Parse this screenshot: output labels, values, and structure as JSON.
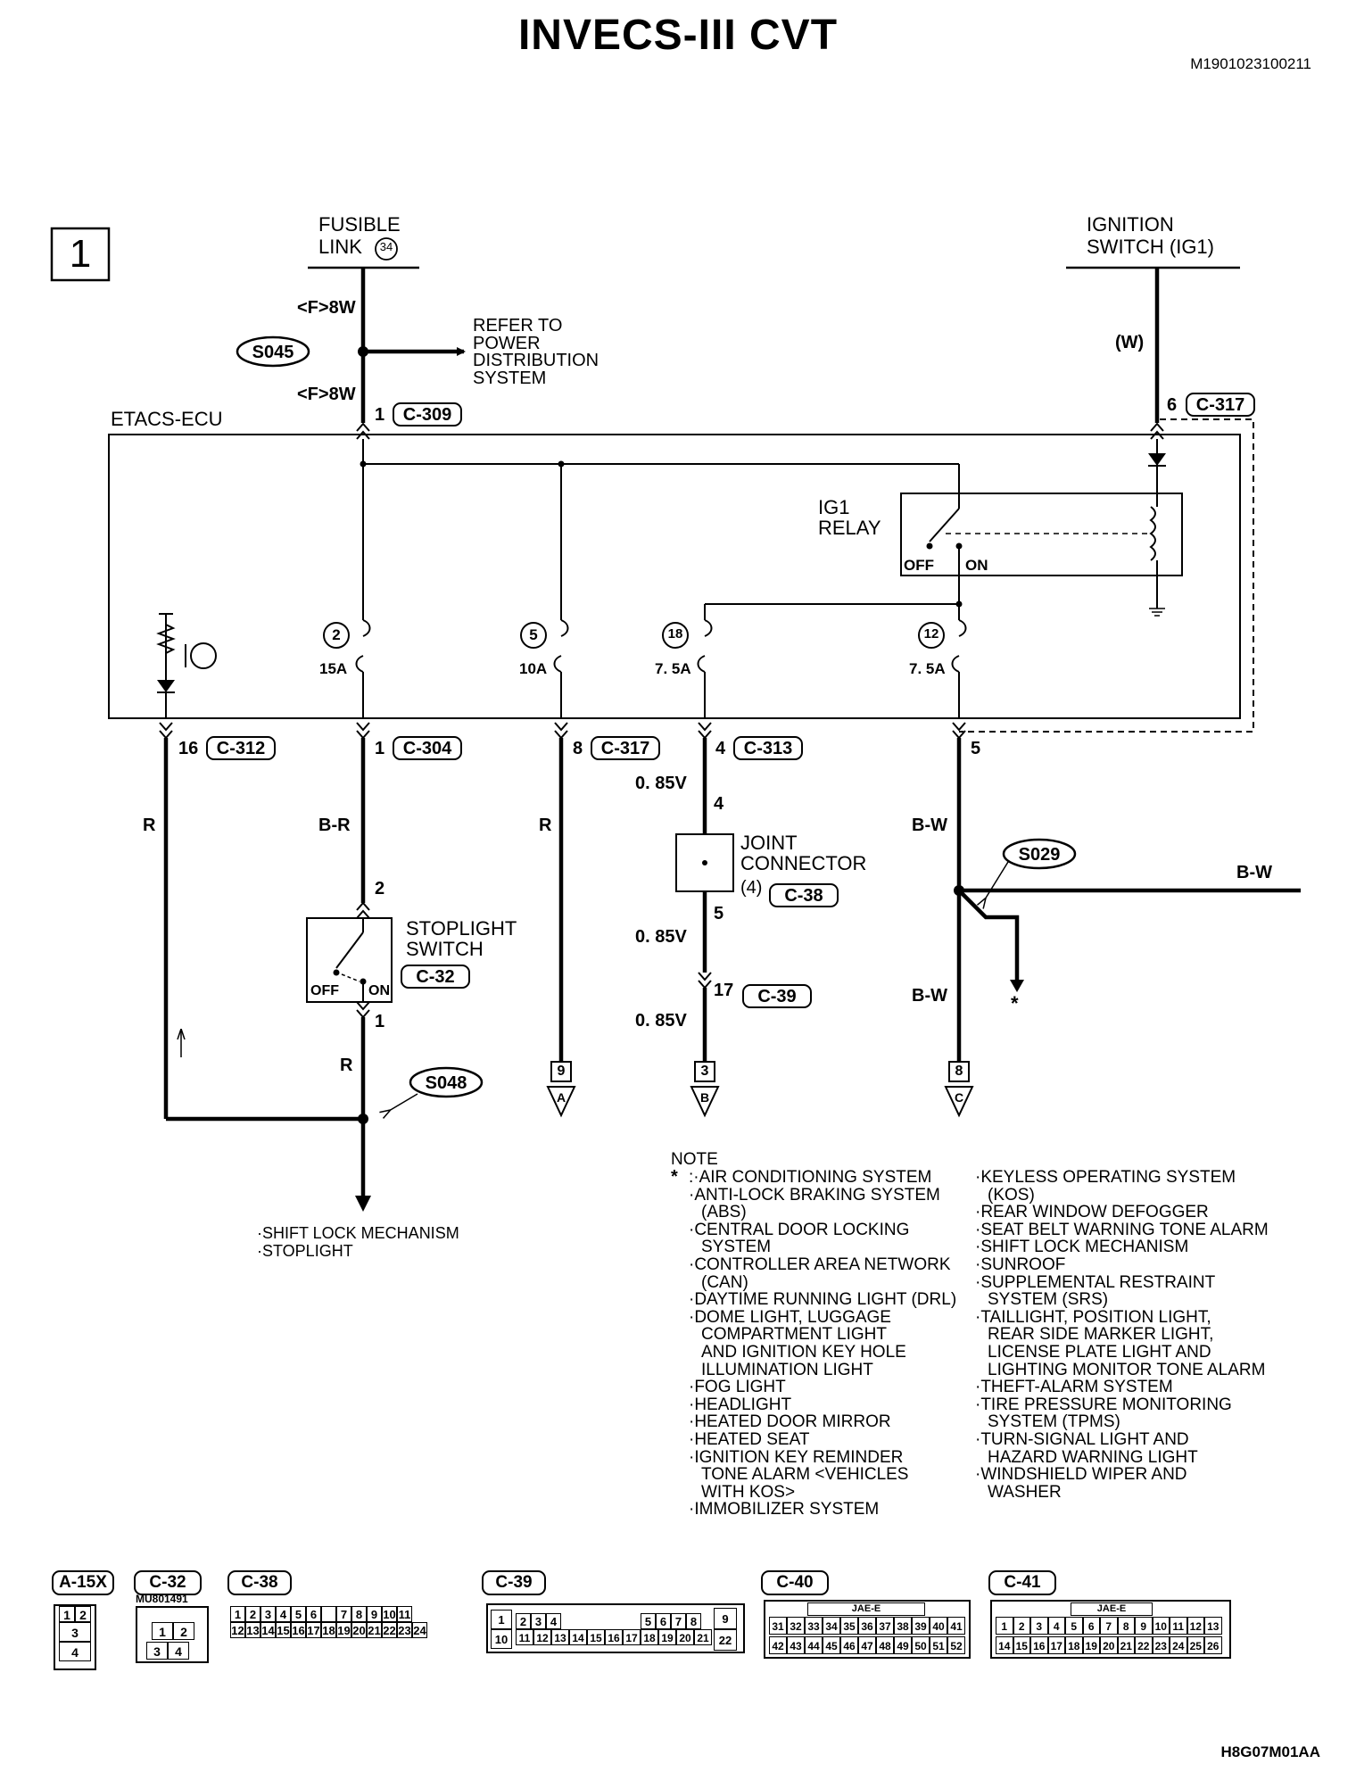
{
  "header": {
    "title": "INVECS-III CVT",
    "doc_code": "M1901023100211",
    "figure_code": "H8G07M01AA",
    "page_badge": "1"
  },
  "sources": {
    "fusible_link": {
      "line1": "FUSIBLE",
      "line2": "LINK",
      "number": "34"
    },
    "ignition_switch": {
      "line1": "IGNITION",
      "line2": "SWITCH (IG1)"
    }
  },
  "wires": {
    "f8w_top": "<F>8W",
    "f8w_bottom": "<F>8W",
    "w": "(W)",
    "r_16": "R",
    "b_r": "B-R",
    "r_8": "R",
    "b_w_upper": "B-W",
    "b_w_lower": "B-W",
    "b_w_branch": "B-W",
    "r_lower": "R",
    "v085_1": "0. 85V",
    "v085_2": "0. 85V",
    "v085_3": "0. 85V"
  },
  "splices": {
    "s045": "S045",
    "s029": "S029",
    "s048": "S048"
  },
  "refer_to": [
    "REFER TO",
    "POWER",
    "DISTRIBUTION",
    "SYSTEM"
  ],
  "ecu": {
    "name": "ETACS-ECU"
  },
  "relay": {
    "line1": "IG1",
    "line2": "RELAY",
    "off": "OFF",
    "on": "ON"
  },
  "fuses": [
    {
      "num": "2",
      "rating": "15A"
    },
    {
      "num": "5",
      "rating": "10A"
    },
    {
      "num": "18",
      "rating": "7. 5A"
    },
    {
      "num": "12",
      "rating": "7. 5A"
    }
  ],
  "pins": {
    "c309": {
      "pin": "1",
      "conn": "C-309"
    },
    "c317_top": {
      "pin": "6",
      "conn": "C-317"
    },
    "c312": {
      "pin": "16",
      "conn": "C-312"
    },
    "c304": {
      "pin": "1",
      "conn": "C-304"
    },
    "c317": {
      "pin": "8",
      "conn": "C-317"
    },
    "c313": {
      "pin": "4",
      "conn": "C-313"
    },
    "pin5": "5",
    "c39": {
      "pin": "17",
      "conn": "C-39"
    },
    "jc_in": "4",
    "jc_out": "5",
    "sw_in": "2",
    "sw_out": "1"
  },
  "joint_connector": {
    "line1": "JOINT",
    "line2": "CONNECTOR",
    "num": "(4)",
    "conn": "C-38"
  },
  "stoplight_switch": {
    "line1": "STOPLIGHT",
    "line2": "SWITCH",
    "conn": "C-32",
    "off": "OFF",
    "on": "ON"
  },
  "terminals": [
    {
      "num": "9",
      "letter": "A"
    },
    {
      "num": "3",
      "letter": "B"
    },
    {
      "num": "8",
      "letter": "C"
    }
  ],
  "asterisk": "*",
  "output_labels": [
    "·SHIFT LOCK MECHANISM",
    "·STOPLIGHT"
  ],
  "note": {
    "heading": "NOTE",
    "star": "*",
    "col1": [
      ":·AIR CONDITIONING SYSTEM",
      "·ANTI-LOCK BRAKING SYSTEM",
      "(ABS)",
      "·CENTRAL DOOR LOCKING",
      "SYSTEM",
      "·CONTROLLER AREA NETWORK",
      "(CAN)",
      "·DAYTIME RUNNING LIGHT (DRL)",
      "·DOME LIGHT, LUGGAGE",
      "COMPARTMENT LIGHT",
      "AND IGNITION KEY HOLE",
      "ILLUMINATION LIGHT",
      "·FOG LIGHT",
      "·HEADLIGHT",
      "·HEATED DOOR MIRROR",
      "·HEATED SEAT",
      "·IGNITION KEY REMINDER",
      "TONE ALARM <VEHICLES",
      "WITH KOS>",
      "·IMMOBILIZER SYSTEM"
    ],
    "col2": [
      "·KEYLESS OPERATING SYSTEM",
      "(KOS)",
      "·REAR WINDOW DEFOGGER",
      "·SEAT BELT WARNING TONE ALARM",
      "·SHIFT LOCK MECHANISM",
      "·SUNROOF",
      "·SUPPLEMENTAL RESTRAINT",
      "SYSTEM (SRS)",
      "·TAILLIGHT, POSITION LIGHT,",
      "REAR SIDE MARKER LIGHT,",
      "LICENSE PLATE LIGHT AND",
      "LIGHTING MONITOR TONE ALARM",
      "·THEFT-ALARM SYSTEM",
      "·TIRE PRESSURE MONITORING",
      "SYSTEM (TPMS)",
      "·TURN-SIGNAL LIGHT AND",
      "HAZARD WARNING LIGHT",
      "·WINDSHIELD WIPER AND",
      "WASHER"
    ]
  },
  "connectors": {
    "a15x": {
      "label": "A-15X",
      "pins": [
        "1",
        "2",
        "3",
        "4"
      ]
    },
    "c32": {
      "label": "C-32",
      "part": "MU801491",
      "pins": [
        "1",
        "2",
        "3",
        "4"
      ]
    },
    "c38": {
      "label": "C-38",
      "row1": [
        "1",
        "2",
        "3",
        "4",
        "5",
        "6",
        "",
        "7",
        "8",
        "9",
        "10",
        "11"
      ],
      "row2": [
        "12",
        "13",
        "14",
        "15",
        "16",
        "17",
        "18",
        "19",
        "20",
        "21",
        "22",
        "23",
        "24"
      ]
    },
    "c39": {
      "label": "C-39",
      "row1": [
        "1",
        "2",
        "3",
        "4",
        "5",
        "6",
        "7",
        "8",
        "9"
      ],
      "row2": [
        "10",
        "11",
        "12",
        "13",
        "14",
        "15",
        "16",
        "17",
        "18",
        "19",
        "20",
        "21",
        "22"
      ]
    },
    "c40": {
      "label": "C-40",
      "tag": "JAE-E",
      "row1": [
        "31",
        "32",
        "33",
        "34",
        "35",
        "36",
        "37",
        "38",
        "39",
        "40",
        "41"
      ],
      "row2": [
        "42",
        "43",
        "44",
        "45",
        "46",
        "47",
        "48",
        "49",
        "50",
        "51",
        "52"
      ]
    },
    "c41": {
      "label": "C-41",
      "tag": "JAE-E",
      "row1": [
        "1",
        "2",
        "3",
        "4",
        "5",
        "6",
        "7",
        "8",
        "9",
        "10",
        "11",
        "12",
        "13"
      ],
      "row2": [
        "14",
        "15",
        "16",
        "17",
        "18",
        "19",
        "20",
        "21",
        "22",
        "23",
        "24",
        "25",
        "26"
      ]
    }
  }
}
